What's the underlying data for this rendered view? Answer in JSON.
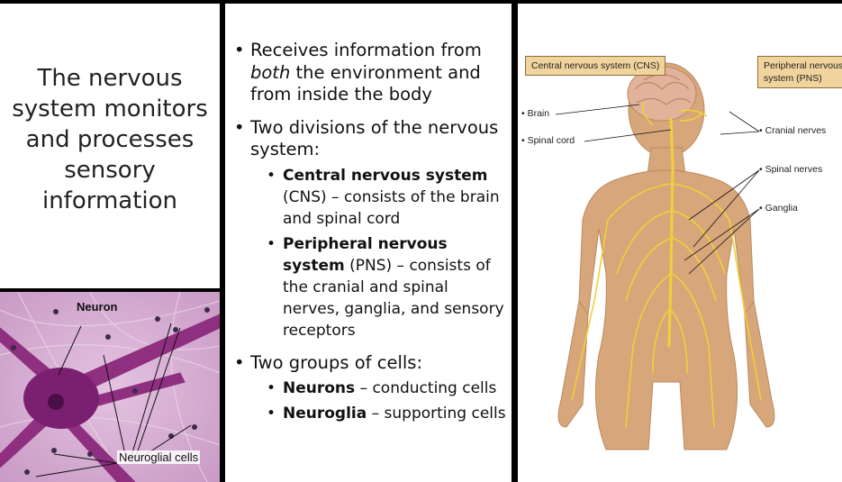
{
  "slide": {
    "title": "The nervous system monitors and processes sensory information"
  },
  "micrograph": {
    "neuron_label": "Neuron",
    "neuroglia_label": "Neuroglial cells"
  },
  "bullets": {
    "b1_pre": "Receives information from ",
    "b1_em": "both",
    "b1_post": " the environment and from inside the body",
    "b2": "Two divisions of the nervous system:",
    "b2a_bold": "Central nervous system",
    "b2a_rest": " (CNS) – consists of the brain and spinal cord",
    "b2b_bold": "Peripheral nervous system",
    "b2b_rest": " (PNS) – consists of the cranial and spinal nerves, ganglia, and sensory receptors",
    "b3": "Two groups of cells:",
    "b3a_bold": "Neurons",
    "b3a_rest": " – conducting cells",
    "b3b_bold": "Neuroglia",
    "b3b_rest": " – supporting cells"
  },
  "diagram": {
    "cns_box": "Central nervous system (CNS)",
    "pns_box": "Peripheral nervous system (PNS)",
    "brain": "• Brain",
    "spinal_cord": "• Spinal cord",
    "cranial_nerves": "• Cranial nerves",
    "spinal_nerves": "• Spinal nerves",
    "ganglia": "• Ganglia"
  },
  "colors": {
    "skin": "#d7a77b",
    "nerve": "#f2cf3a",
    "label_box": "#f1d49d",
    "stain": "#b06aa8"
  }
}
